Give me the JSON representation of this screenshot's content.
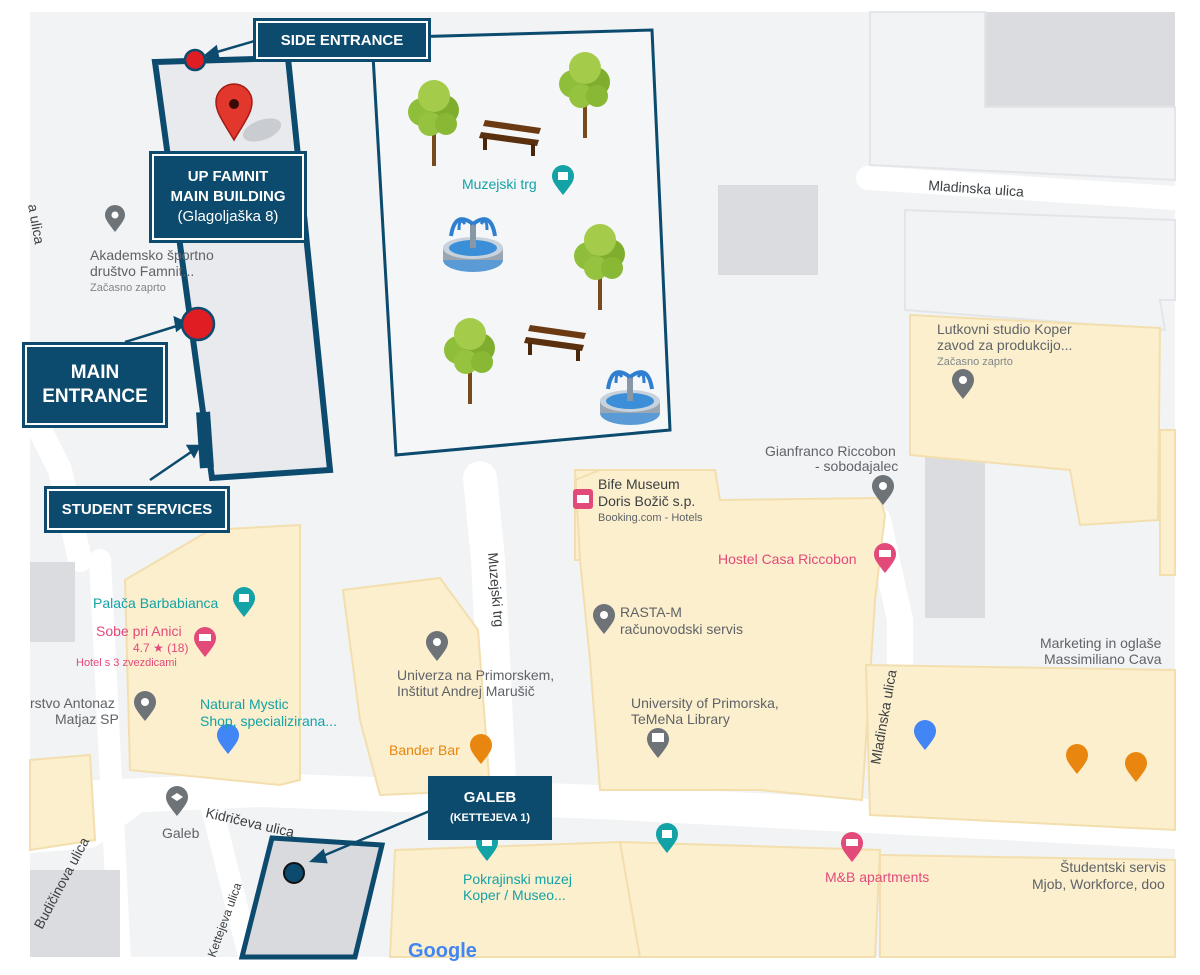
{
  "callouts": {
    "side_entrance": "SIDE ENTRANCE",
    "famnit_l1": "UP FAMNIT",
    "famnit_l2": "MAIN BUILDING",
    "famnit_l3": "(Glagoljaška 8)",
    "main_l1": "MAIN",
    "main_l2": "ENTRANCE",
    "student_services": "STUDENT SERVICES",
    "galeb_l1": "GALEB",
    "galeb_l2": "(KETTEJEVA 1)"
  },
  "streets": {
    "mladinska_top": "Mladinska ulica",
    "mladinska_side": "Mladinska ulica",
    "muzejski": "Muzejski trg",
    "kidriceva": "Kidričeva ulica",
    "budicinova": "Budičinova ulica",
    "kettejeva": "Kettejeva ulica",
    "left_edge": "a ulica"
  },
  "places": {
    "muzejski_trg": "Muzejski trg",
    "akademsko_1": "Akademsko športno",
    "akademsko_2": "društvo Famnit...",
    "akademsko_3": "Začasno zaprto",
    "lutkovni_1": "Lutkovni studio Koper",
    "lutkovni_2": "zavod za produkcijo...",
    "lutkovni_3": "Začasno zaprto",
    "gianfranco_1": "Gianfranco Riccobon",
    "gianfranco_2": "- sobodajalec",
    "bife_1": "Bife Museum",
    "bife_2": "Doris Božič s.p.",
    "bife_3": "Booking.com - Hotels",
    "hostel": "Hostel Casa Riccobon",
    "palaca": "Palača Barbabianca",
    "sobe_1": "Sobe pri Anici",
    "sobe_2": "4.7 ★ (18)",
    "sobe_3": "Hotel s 3 zvezdicami",
    "rasta_1": "RASTA-M",
    "rasta_2": "računovodski servis",
    "marketing_1": "Marketing in oglaše",
    "marketing_2": "Massimiliano Cava",
    "univerza_1": "Univerza na Primorskem,",
    "univerza_2": "Inštitut Andrej Marušič",
    "antonaz_1": "rstvo Antonaz",
    "antonaz_2": "Matjaz SP",
    "natural_1": "Natural Mystic",
    "natural_2": "Shop, specializirana...",
    "temena_1": "University of Primorska,",
    "temena_2": "TeMeNa Library",
    "bander": "Bander Bar",
    "galeb": "Galeb",
    "pokrajinski_1": "Pokrajinski muzej",
    "pokrajinski_2": "Koper / Museo...",
    "mb": "M&B apartments",
    "studentski_1": "Študentski servis",
    "studentski_2": "Mjob, Workforce, doo",
    "google": "Google"
  },
  "colors": {
    "road": "#ffffff",
    "block": "#f1f3f4",
    "building_gray": "#dadce0",
    "tourist_block": "#fcefcd",
    "callout_bg": "#0c4a6e",
    "marker_red": "#e11d24",
    "poi_gray": "#5f6368",
    "poi_teal": "#13a2a6",
    "poi_pink": "#e24a7a",
    "poi_orange": "#e8860f",
    "poi_blue": "#4285f4"
  }
}
